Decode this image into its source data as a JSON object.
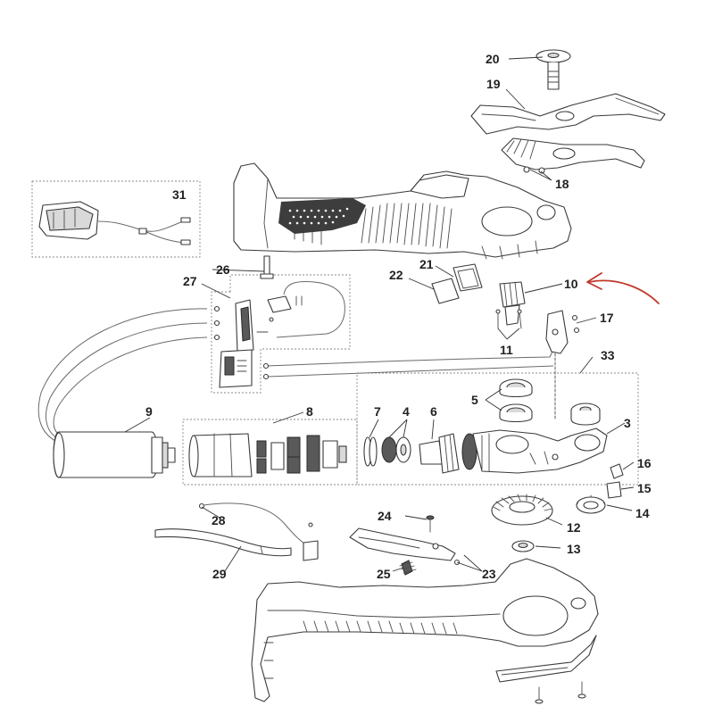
{
  "callouts": {
    "p3": "3",
    "p4": "4",
    "p5": "5",
    "p6": "6",
    "p7": "7",
    "p8": "8",
    "p9": "9",
    "p10": "10",
    "p11": "11",
    "p12": "12",
    "p13": "13",
    "p14": "14",
    "p15": "15",
    "p16": "16",
    "p17": "17",
    "p18": "18",
    "p19": "19",
    "p20": "20",
    "p21": "21",
    "p22": "22",
    "p23": "23",
    "p24": "24",
    "p25": "25",
    "p26": "26",
    "p27": "27",
    "p28": "28",
    "p29": "29",
    "p31": "31",
    "p33": "33"
  },
  "colors": {
    "highlight_arrow": "#c0392b",
    "line": "#3a3a3a",
    "grip_dark": "#3d3d3d"
  }
}
